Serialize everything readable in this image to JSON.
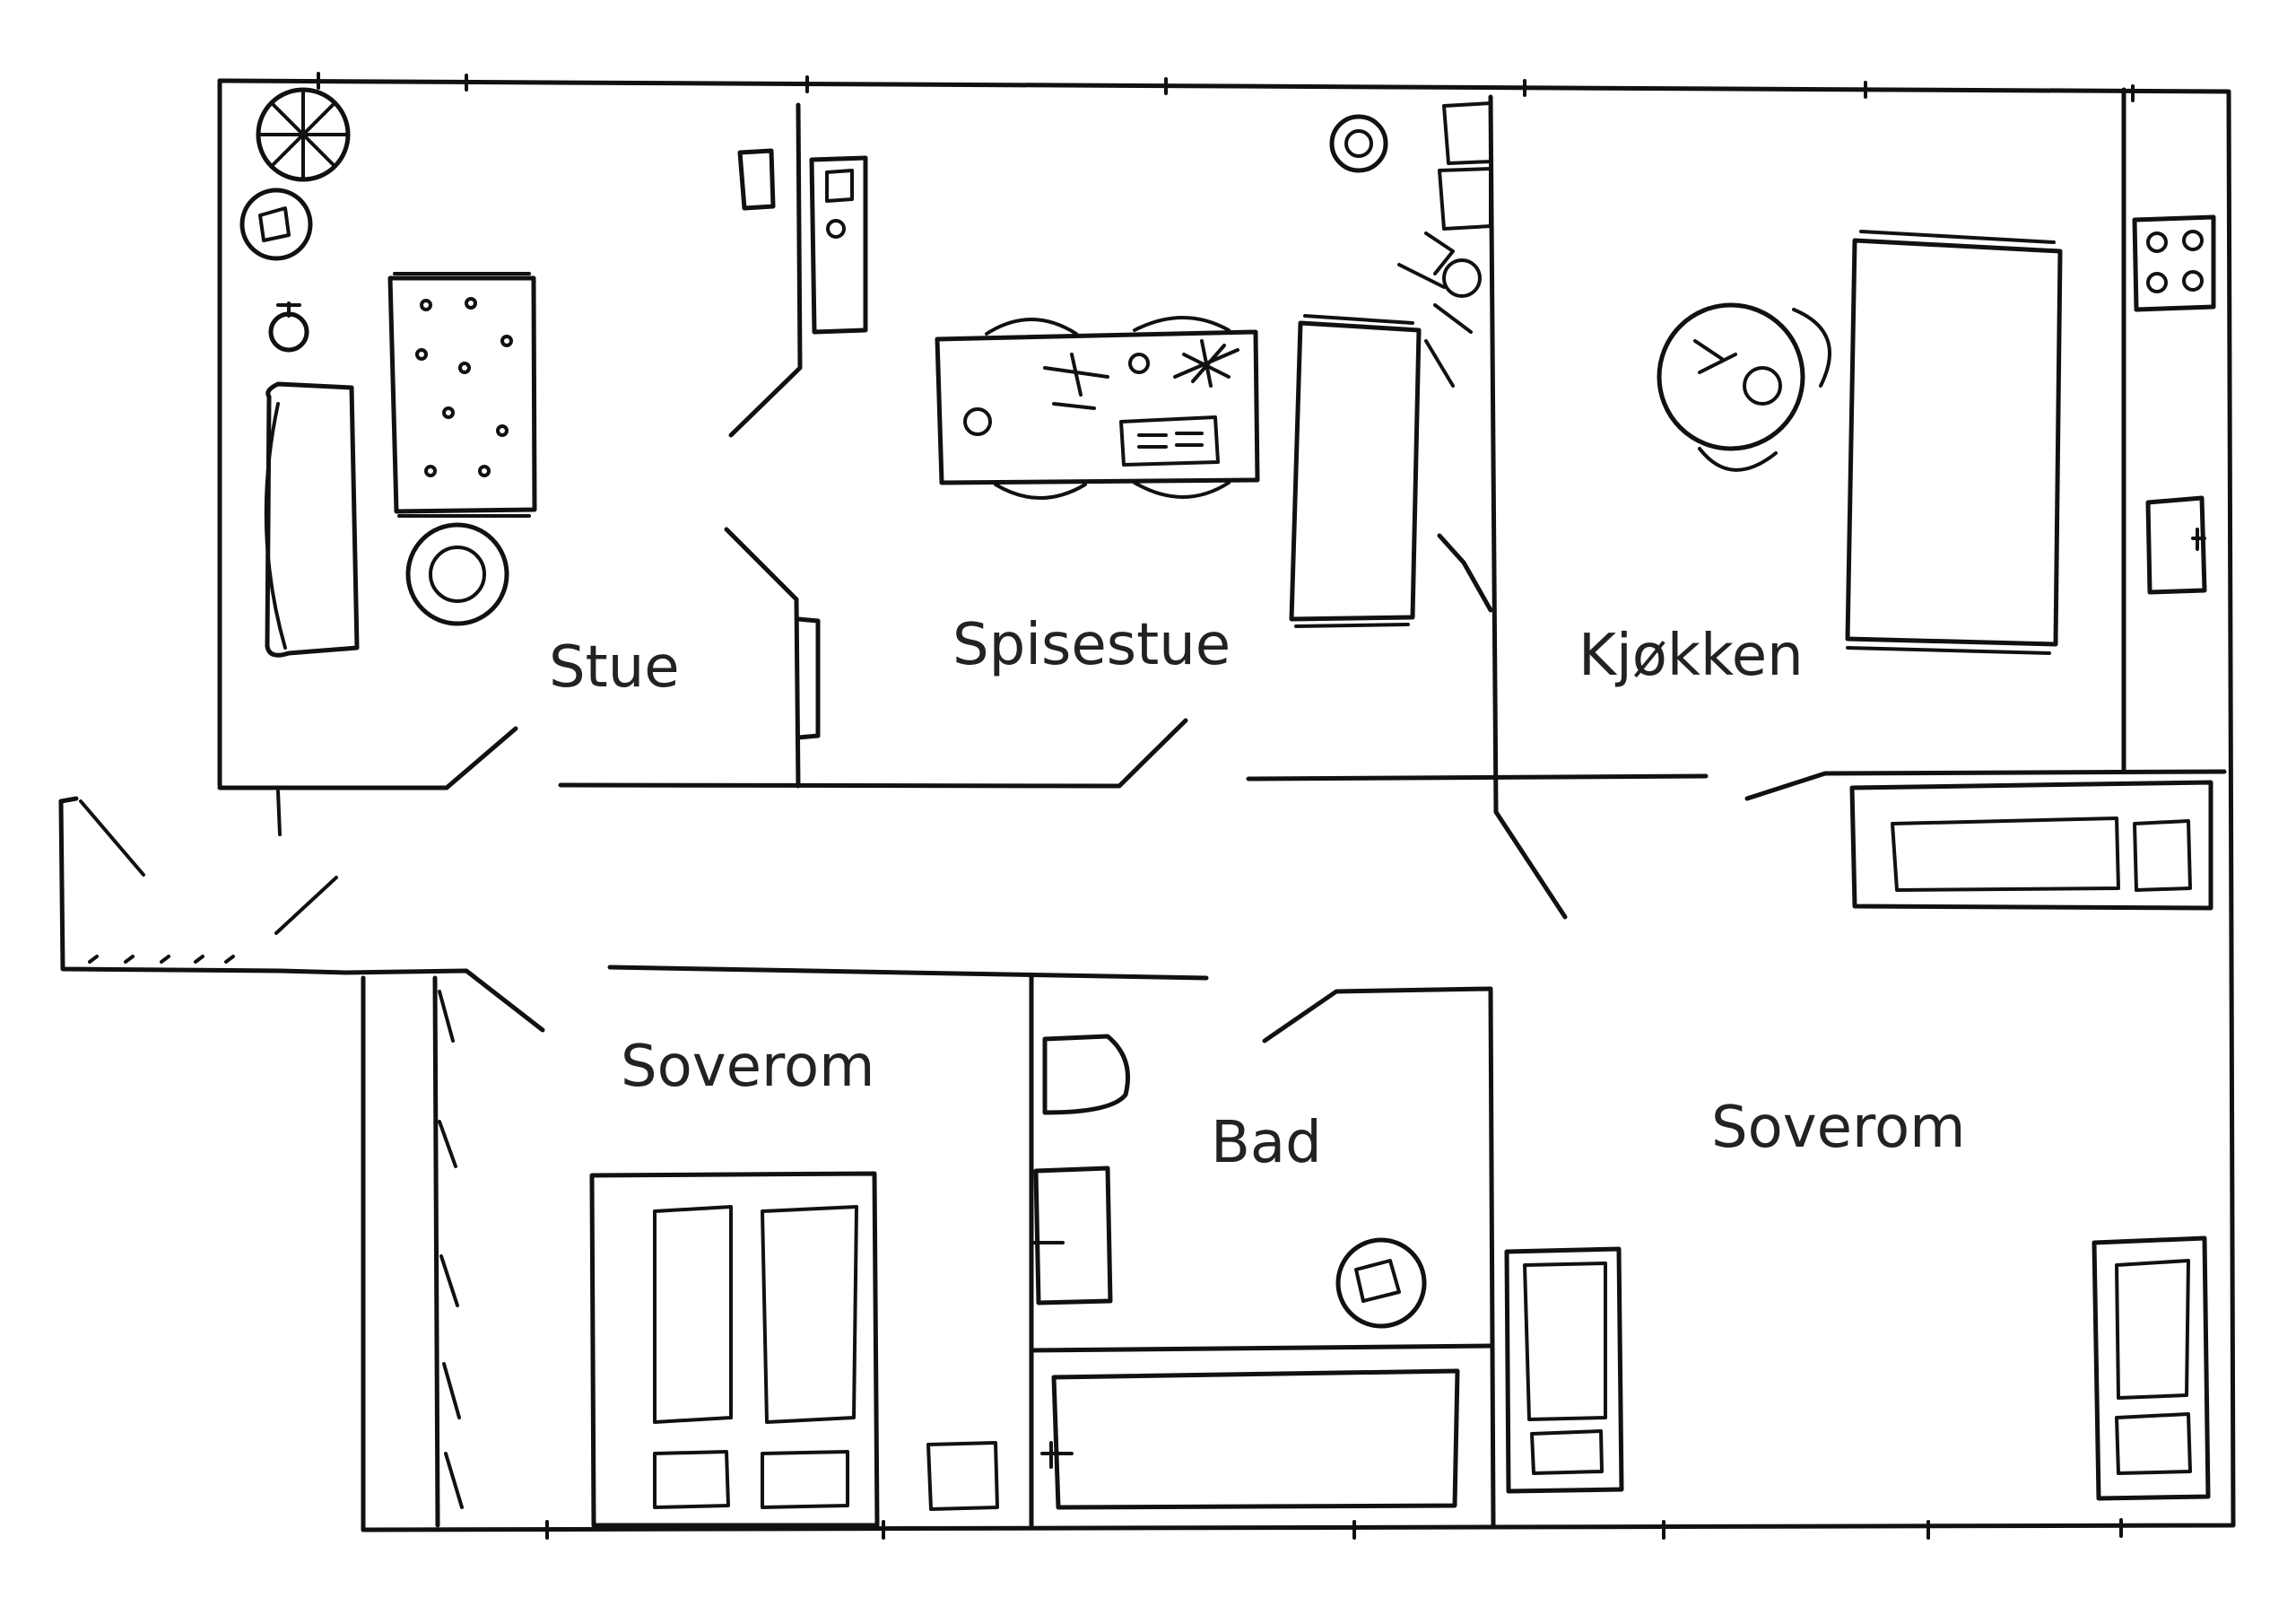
{
  "rooms": {
    "stue": "Stue",
    "spisestue": "Spisestue",
    "kjokken": "Kjøkken",
    "soverom_1": "Soverom",
    "bad": "Bad",
    "soverom_2": "Soverom"
  },
  "colors": {
    "ink": "#111111",
    "label": "#222222",
    "paper": "#ffffff"
  }
}
